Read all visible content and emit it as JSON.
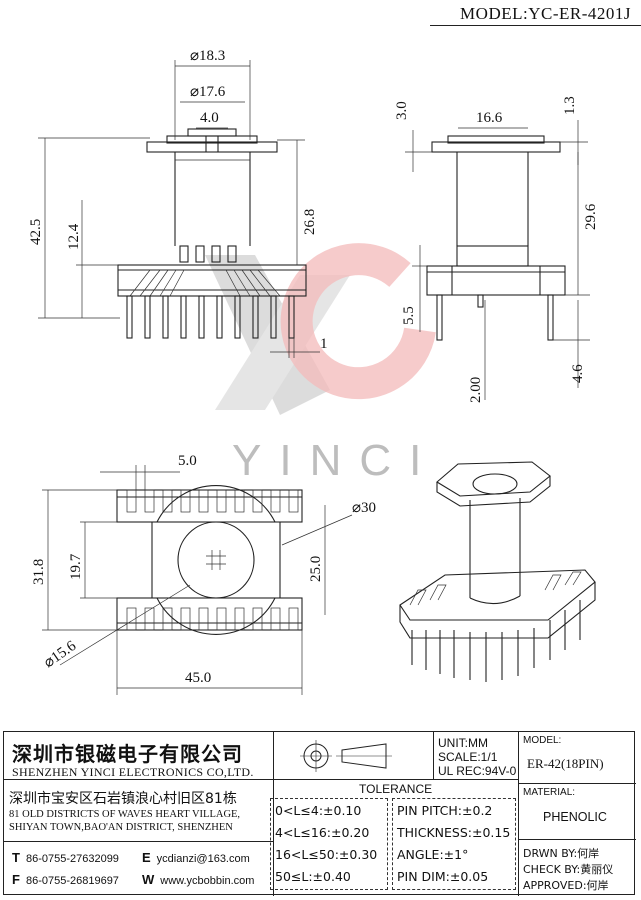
{
  "model_title": "MODEL:YC-ER-4201J",
  "watermark": "YINCI",
  "dimensions": {
    "d18_3": "⌀18.3",
    "d17_6": "⌀17.6",
    "w4_0": "4.0",
    "h42_5": "42.5",
    "h12_4": "12.4",
    "h26_8": "26.8",
    "w1": "1",
    "h3_0": "3.0",
    "w16_6": "16.6",
    "h1_3": "1.3",
    "h29_6": "29.6",
    "h5_5": "5.5",
    "h4_6": "4.6",
    "h2_00": "2.00",
    "w5_0": "5.0",
    "d30": "⌀30",
    "h31_8": "31.8",
    "h19_7": "19.7",
    "h25_0": "25.0",
    "d15_6": "⌀15.6",
    "w45_0": "45.0"
  },
  "title_block": {
    "company_cn": "深圳市银磁电子有限公司",
    "company_en": "SHENZHEN YINCI ELECTRONICS CO,LTD.",
    "address_cn": "深圳市宝安区石岩镇浪心村旧区81栋",
    "address_en_1": "81 OLD DISTRICTS OF WAVES HEART VILLAGE,",
    "address_en_2": "SHIYAN TOWN,BAO'AN DISTRICT, SHENZHEN",
    "tel_label": "T",
    "tel": "86-0755-27632099",
    "fax_label": "F",
    "fax": "86-0755-26819697",
    "email_label": "E",
    "email": "ycdianzi@163.com",
    "web_label": "W",
    "web": "www.ycbobbin.com",
    "unit": "UNIT:MM",
    "scale": "SCALE:1/1",
    "ul_rec": "UL REC:94V-0",
    "tolerance_title": "TOLERANCE",
    "tol_rows": [
      "0<L≤4:±0.10",
      "4<L≤16:±0.20",
      "16<L≤50:±0.30",
      "50≤L:±0.40"
    ],
    "pin_rows": [
      "PIN PITCH:±0.2",
      "THICKNESS:±0.15",
      "ANGLE:±1°",
      "PIN DIM:±0.05"
    ],
    "model_label": "MODEL:",
    "model_value": "ER-42(18PIN)",
    "material_label": "MATERIAL:",
    "material_value": "PHENOLIC",
    "drwn_by": "DRWN BY:何岸",
    "check_by": "CHECK BY:黄丽仪",
    "approved": "APPROVED:何岸"
  }
}
